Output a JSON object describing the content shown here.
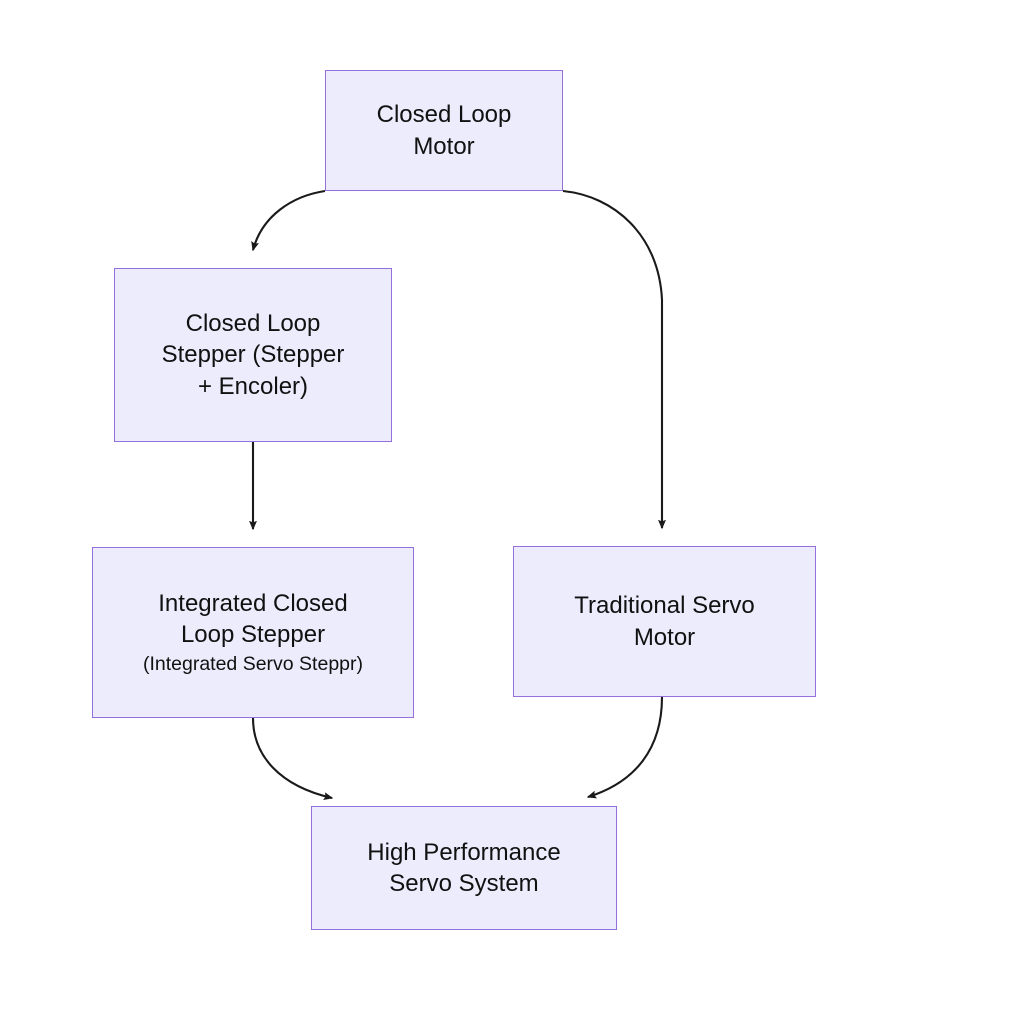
{
  "diagram": {
    "type": "flowchart",
    "direction": "top-to-bottom",
    "colors": {
      "node_fill": "#ececfd",
      "node_border": "#9370db",
      "edge_stroke": "#111111",
      "text": "#111111",
      "background": "#ffffff"
    },
    "nodes": [
      {
        "id": "closed-loop-motor",
        "lines": [
          "Closed Loop",
          "Motor"
        ],
        "sub_lines": []
      },
      {
        "id": "closed-loop-stepper",
        "lines": [
          "Closed Loop",
          "Stepper (Stepper",
          "+ Encoler)"
        ],
        "sub_lines": []
      },
      {
        "id": "integrated-stepper",
        "lines": [
          "Integrated Closed",
          "Loop Stepper"
        ],
        "sub_lines": [
          "(Integrated Servo Steppr)"
        ]
      },
      {
        "id": "traditional-servo",
        "lines": [
          "Traditional Servo",
          "Motor"
        ],
        "sub_lines": []
      },
      {
        "id": "high-performance",
        "lines": [
          "High Performance",
          "Servo System"
        ],
        "sub_lines": []
      }
    ],
    "edges": [
      {
        "id": "motor-to-stepper",
        "from": "closed-loop-motor",
        "to": "closed-loop-stepper",
        "arrow": "filled-triangle"
      },
      {
        "id": "motor-to-servo",
        "from": "closed-loop-motor",
        "to": "traditional-servo",
        "arrow": "filled-triangle"
      },
      {
        "id": "stepper-to-integrated",
        "from": "closed-loop-stepper",
        "to": "integrated-stepper",
        "arrow": "filled-triangle"
      },
      {
        "id": "integrated-to-high",
        "from": "integrated-stepper",
        "to": "high-performance",
        "arrow": "filled-triangle"
      },
      {
        "id": "servo-to-high",
        "from": "traditional-servo",
        "to": "high-performance",
        "arrow": "filled-triangle"
      }
    ]
  }
}
